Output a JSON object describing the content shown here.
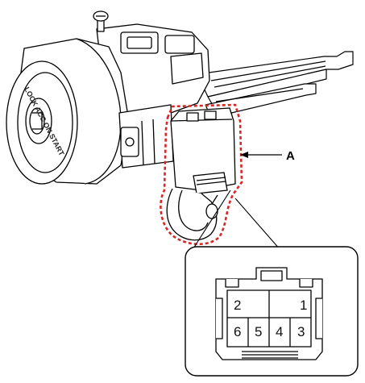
{
  "callout": {
    "label": "A"
  },
  "ignition_ring": {
    "text": "LOCK ACC ON START"
  },
  "connector_pins": {
    "top_row": [
      "2",
      "1"
    ],
    "bottom_row": [
      "6",
      "5",
      "4",
      "3"
    ]
  },
  "colors": {
    "outline": "#000000",
    "highlight": "#d62828",
    "fill": "#ffffff"
  }
}
